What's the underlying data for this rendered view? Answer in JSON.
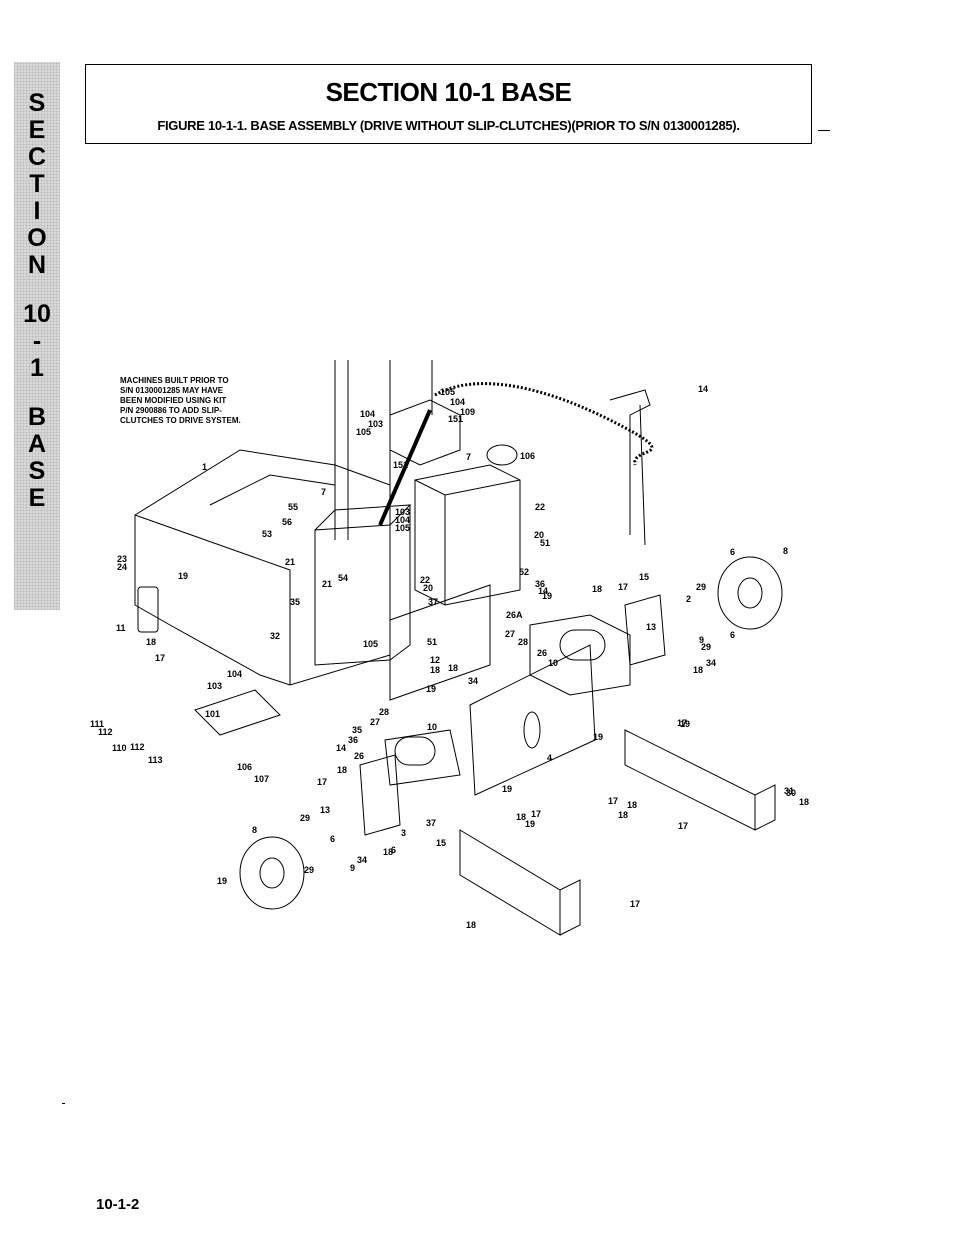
{
  "side_tab": {
    "letters_top": [
      "S",
      "E",
      "C",
      "T",
      "I",
      "O",
      "N"
    ],
    "section_number": "10",
    "dash": "-",
    "sub_number": "1",
    "letters_bottom": [
      "B",
      "A",
      "S",
      "E"
    ]
  },
  "header": {
    "title": "SECTION 10-1 BASE",
    "figure_caption": "FIGURE 10-1-1. BASE ASSEMBLY (DRIVE WITHOUT SLIP-CLUTCHES)(PRIOR TO S/N 0130001285)."
  },
  "note": {
    "lines": [
      "MACHINES BUILT PRIOR TO",
      "S/N 0130001285 MAY HAVE",
      "BEEN MODIFIED USING KIT",
      "P/N 2900886 TO ADD SLIP-",
      "CLUTCHES TO DRIVE SYSTEM."
    ]
  },
  "callouts": [
    "105",
    "104",
    "109",
    "104",
    "103",
    "105",
    "151",
    "14",
    "106",
    "1",
    "151",
    "7",
    "7",
    "55",
    "103",
    "104",
    "105",
    "56",
    "53",
    "21",
    "54",
    "22",
    "20",
    "23",
    "24",
    "19",
    "21",
    "22",
    "20",
    "51",
    "52",
    "35",
    "36",
    "14",
    "19",
    "37",
    "18",
    "17",
    "15",
    "8",
    "6",
    "29",
    "2",
    "26A",
    "27",
    "28",
    "13",
    "9",
    "29",
    "6",
    "34",
    "18",
    "26",
    "10",
    "32",
    "105",
    "51",
    "12",
    "18",
    "18",
    "34",
    "19",
    "11",
    "18",
    "17",
    "104",
    "103",
    "101",
    "111",
    "112",
    "110",
    "112",
    "113",
    "106",
    "107",
    "35",
    "27",
    "28",
    "36",
    "14",
    "26",
    "10",
    "19",
    "19",
    "4",
    "19",
    "17",
    "18",
    "17",
    "18",
    "13",
    "37",
    "3",
    "29",
    "8",
    "6",
    "18",
    "34",
    "9",
    "29",
    "6",
    "18",
    "17",
    "19",
    "15",
    "19",
    "17",
    "18",
    "30",
    "18",
    "17",
    "31",
    "18",
    "17"
  ],
  "footer": {
    "page_number": "10-1-2"
  }
}
